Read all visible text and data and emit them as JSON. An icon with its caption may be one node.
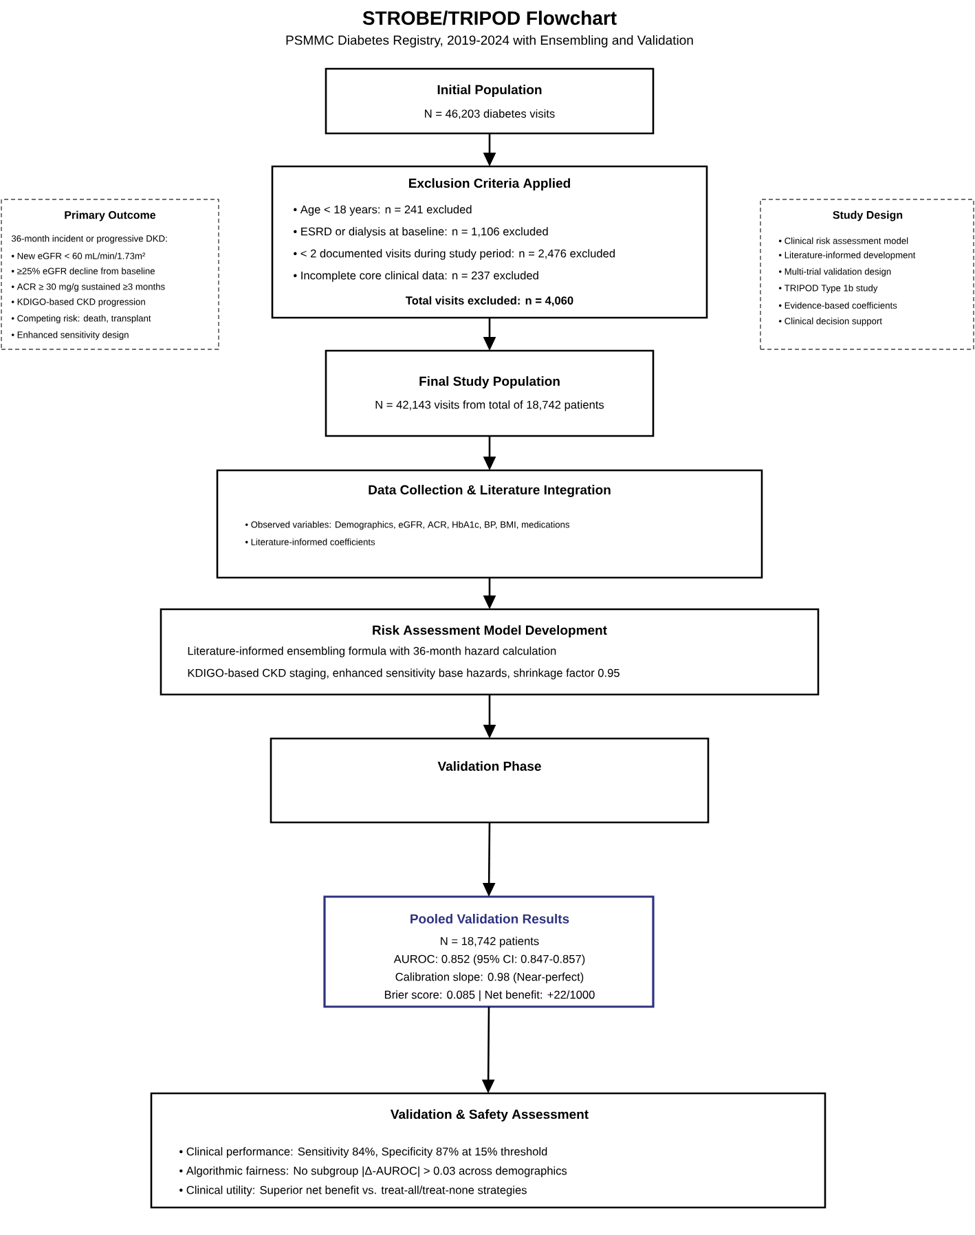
{
  "diagram": {
    "title": "STROBE/TRIPOD Flowchart",
    "caption": "PSMMC Diabetes Registry, 2019-2024 with Ensembling and Validation",
    "nodes": [
      {
        "text": [
          "Initial Population",
          "N = 46,203 diabetes visits"
        ]
      },
      {
        "text": [
          "Exclusion Criteria Applied",
          "• Age < 18 years: n = 241 excluded",
          "• ESRD or dialysis at baseline: n = 1,106 excluded",
          "• < 2 documented visits during study period: n = 2,476 excluded",
          "• Incomplete core clinical data: n = 237 excluded",
          "Total visits excluded: n = 4,060"
        ]
      },
      {
        "text": [
          "Final Study Population",
          "N = 42,143 visits from total of 18,742 patients"
        ]
      },
      {
        "text": [
          "Data Collection & Literature Integration",
          "• Observed variables: Demographics, eGFR, ACR, HbA1c, BP, BMI, medications",
          "• Literature-informed coefficients"
        ]
      },
      {
        "text": [
          "Risk Assessment Model Development",
          "Literature-informed ensembling formula with 36-month hazard calculation",
          "KDIGO-based CKD staging, enhanced sensitivity base hazards, shrinkage factor 0.95"
        ]
      },
      {
        "text": [
          "Validation Phase"
        ]
      },
      {
        "text": [
          "Pooled Validation Results",
          "N = 18,742 patients",
          "AUROC: 0.852 (95% CI: 0.847-0.857)",
          "Calibration slope: 0.98 (Near-perfect)",
          "Brier score: 0.085 | Net benefit: +22/1000"
        ]
      },
      {
        "text": [
          "Validation & Safety Assessment",
          "• Clinical performance: Sensitivity 84%, Specificity 87% at 15% threshold",
          "• Algorithmic fairness: No subgroup |Δ-AUROC| > 0.03 across demographics",
          "• Clinical utility: Superior net benefit vs. treat-all/treat-none strategies"
        ]
      },
      {
        "text": [
          "Primary Outcome",
          "36-month incident or progressive DKD:",
          "• New eGFR < 60 mL/min/1.73m²",
          "• ≥25% eGFR decline from baseline",
          "• ACR ≥ 30 mg/g sustained ≥3 months",
          "• KDIGO-based CKD progression",
          "• Competing risk: death, transplant",
          "• Enhanced sensitivity design"
        ]
      },
      {
        "text": [
          "Study Design",
          "• Clinical risk assessment model",
          "• Literature-informed development",
          "• Multi-trial validation design",
          "• TRIPOD Type 1b study",
          "• Evidence-based coefficients",
          "• Clinical decision support"
        ]
      }
    ],
    "edges": [
      {
        "from": 0,
        "to": 1,
        "arrow": "to"
      },
      {
        "from": 1,
        "to": 2,
        "arrow": "to"
      },
      {
        "from": 2,
        "to": 3,
        "arrow": "to"
      },
      {
        "from": 3,
        "to": 4,
        "arrow": "to"
      },
      {
        "from": 4,
        "to": 5,
        "arrow": "to"
      },
      {
        "from": 5,
        "to": 6,
        "arrow": "to"
      },
      {
        "from": 6,
        "to": 7,
        "arrow": "to"
      }
    ]
  }
}
